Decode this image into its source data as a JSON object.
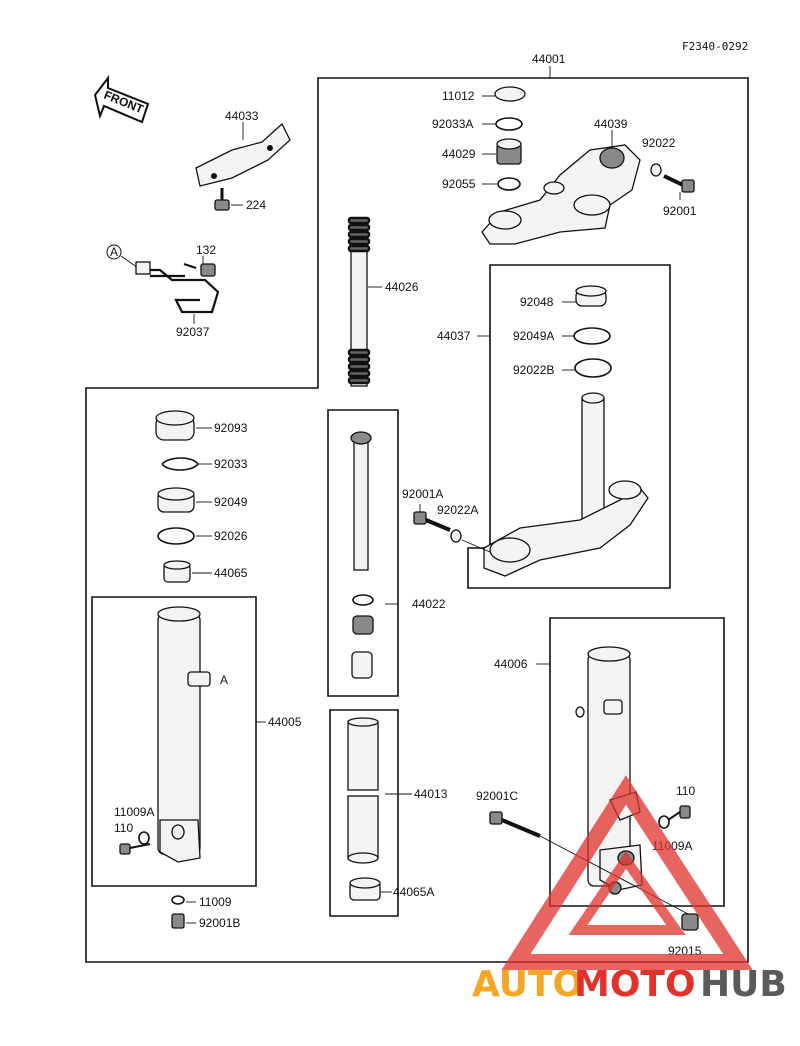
{
  "diagram_code": "F2340-0292",
  "front_arrow_label": "FRONT",
  "ref_marker": "A",
  "labels": {
    "p44001": "44001",
    "p11012": "11012",
    "p92033A": "92033A",
    "p44029": "44029",
    "p92055": "92055",
    "p44039": "44039",
    "p92022": "92022",
    "p92001": "92001",
    "p44033": "44033",
    "p224": "224",
    "p132": "132",
    "p92037": "92037",
    "p44026": "44026",
    "p92048": "92048",
    "p44037": "44037",
    "p92049A": "92049A",
    "p92022B": "92022B",
    "p92093": "92093",
    "p92033": "92033",
    "p92049": "92049",
    "p92026": "92026",
    "p44065": "44065",
    "p92001A": "92001A",
    "p92022A": "92022A",
    "p44022": "44022",
    "p44005": "44005",
    "p44006": "44006",
    "p44013": "44013",
    "p92001C": "92001C",
    "p110a": "110",
    "p11009A_left": "11009A",
    "p110b": "110",
    "p11009A_right": "11009A",
    "p11009": "11009",
    "p92001B": "92001B",
    "p44065A": "44065A",
    "p92015": "92015"
  },
  "watermark": {
    "part1": "AUTO",
    "part2": "MOTO",
    "part3": "HUB",
    "color_orange": "#f5a623",
    "color_red": "#e0312b",
    "color_gray": "#5a5a5a"
  }
}
